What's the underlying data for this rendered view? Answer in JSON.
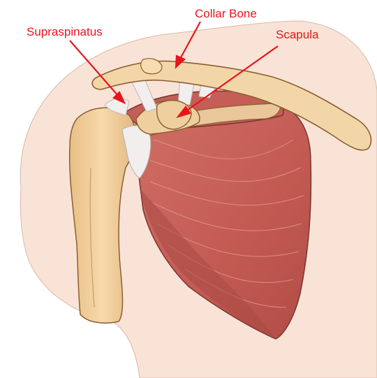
{
  "labels": {
    "collar_bone": "Collar Bone",
    "supraspinatus": "Supraspinatus",
    "scapula": "Scapula"
  },
  "colors": {
    "label_red": "#e8141c",
    "skin": "#f9e3d6",
    "bone": "#f2cf9c",
    "bone_outline": "#8b5e34",
    "muscle": "#c8645c",
    "muscle_dark": "#a84a44",
    "tendon": "#f1eeee"
  }
}
